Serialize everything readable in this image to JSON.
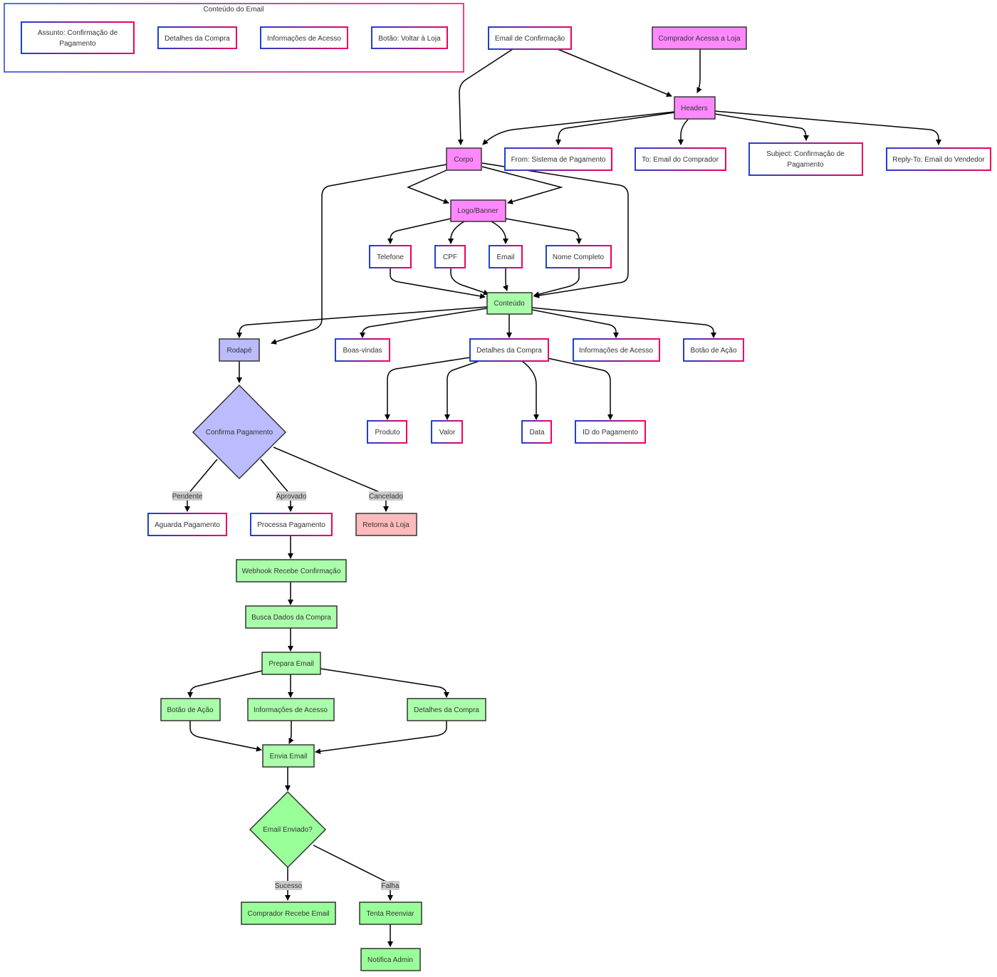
{
  "colors": {
    "magenta_fill": "#ff88ff",
    "green_fill": "#aaffaa",
    "bright_green_fill": "#99ff99",
    "periwinkle_fill": "#bbbbff",
    "pink_fill": "#ffbbbb",
    "white_fill": "#ffffff",
    "gradient_start": "#2040d0",
    "gradient_end": "#f00060",
    "edge_label_bg": "#cccccc"
  },
  "subgraph": {
    "title": "Conteúdo do Email",
    "items": [
      "Assunto: Confirmação de Pagamento",
      "Detalhes da Compra",
      "Informações de Acesso",
      "Botão: Voltar à Loja"
    ]
  },
  "nodes": {
    "email_confirmacao": "Email de Confirmação",
    "comprador_acessa": "Comprador Acessa a Loja",
    "headers": "Headers",
    "corpo": "Corpo",
    "from": "From: Sistema de Pagamento",
    "to": "To: Email do Comprador",
    "subject": "Subject: Confirmação de Pagamento",
    "reply_to": "Reply-To: Email do Vendedor",
    "logo_banner": "Logo/Banner",
    "telefone": "Telefone",
    "cpf": "CPF",
    "email": "Email",
    "nome_completo": "Nome Completo",
    "conteudo": "Conteúdo",
    "rodape": "Rodapé",
    "boas_vindas": "Boas-vindas",
    "detalhes_compra": "Detalhes da Compra",
    "info_acesso": "Informações de Acesso",
    "botao_acao": "Botão de Ação",
    "produto": "Produto",
    "valor": "Valor",
    "data": "Data",
    "id_pagamento": "ID do Pagamento",
    "confirma_pagamento": "Confirma Pagamento",
    "aguarda_pagamento": "Aguarda Pagamento",
    "processa_pagamento": "Processa Pagamento",
    "retorna_loja": "Retorna à Loja",
    "webhook": "Webhook Recebe Confirmação",
    "busca_dados": "Busca Dados da Compra",
    "prepara_email": "Prepara Email",
    "botao_acao_2": "Botão de Ação",
    "info_acesso_2": "Informações de Acesso",
    "detalhes_compra_2": "Detalhes da Compra",
    "envia_email": "Envia Email",
    "email_enviado": "Email Enviado?",
    "comprador_recebe": "Comprador Recebe Email",
    "tenta_reenviar": "Tenta Reenviar",
    "notifica_admin": "Notifica Admin"
  },
  "edge_labels": {
    "pendente": "Pendente",
    "aprovado": "Aprovado",
    "cancelado": "Cancelado",
    "sucesso": "Sucesso",
    "falha": "Falha"
  }
}
